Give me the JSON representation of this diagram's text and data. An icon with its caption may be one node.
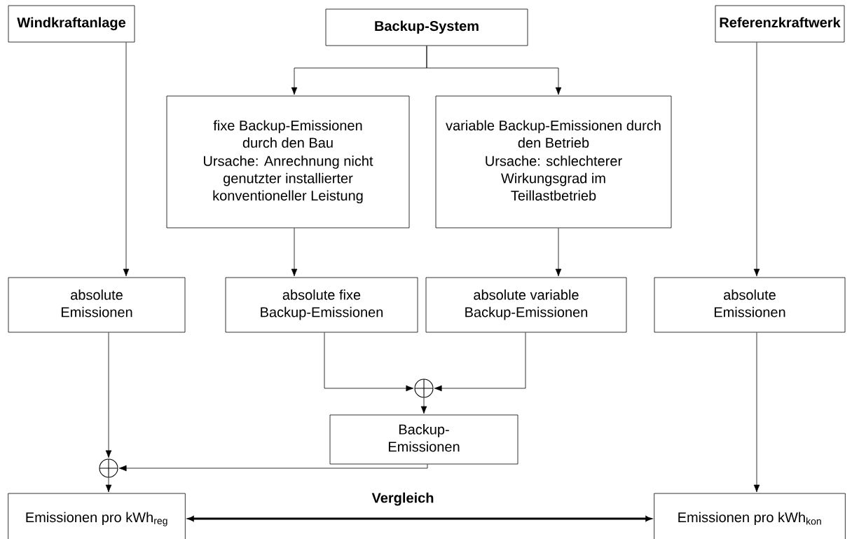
{
  "diagram": {
    "nodes": [
      {
        "text": [
          "Windkraftanlage"
        ]
      },
      {
        "text": [
          "Backup-System"
        ]
      },
      {
        "text": [
          "Referenzkraftwerk"
        ]
      },
      {
        "text": [
          "fixe Backup-Emissionen durch den Bau",
          "Ursache: Anrechnung nicht genutzter installierter konventioneller Leistung"
        ]
      },
      {
        "text": [
          "variable Backup-Emissionen durch den Betrieb",
          "Ursache: schlechterer Wirkungsgrad im Teillastbetrieb"
        ]
      },
      {
        "text": [
          "absolute Emissionen"
        ]
      },
      {
        "text": [
          "absolute fixe Backup-Emissionen"
        ]
      },
      {
        "text": [
          "absolute variable Backup-Emissionen"
        ]
      },
      {
        "text": [
          "absolute Emissionen"
        ]
      },
      {
        "text": [],
        "shape": "circle"
      },
      {
        "text": [
          "Backup-Emissionen"
        ]
      },
      {
        "text": [],
        "shape": "circle"
      },
      {
        "text": [
          "Emissionen pro kWh$_{reg}$"
        ]
      },
      {
        "text": [
          "Emissionen pro kWh$_{kon}$"
        ]
      }
    ],
    "edges": [
      {
        "from": 0,
        "to": 5,
        "arrow": "to"
      },
      {
        "from": 1,
        "to": 3,
        "arrow": "to"
      },
      {
        "from": 1,
        "to": 4,
        "arrow": "to"
      },
      {
        "from": 2,
        "to": 8,
        "arrow": "to"
      },
      {
        "from": 3,
        "to": 6,
        "arrow": "to"
      },
      {
        "from": 4,
        "to": 7,
        "arrow": "to"
      },
      {
        "from": 6,
        "to": 9,
        "arrow": "to"
      },
      {
        "from": 7,
        "to": 9,
        "arrow": "to"
      },
      {
        "from": 9,
        "to": 10,
        "arrow": "to"
      },
      {
        "from": 5,
        "to": 11,
        "arrow": "to"
      },
      {
        "from": 10,
        "to": 11,
        "arrow": "to"
      },
      {
        "from": 11,
        "to": 12,
        "arrow": "to"
      },
      {
        "from": 8,
        "to": 13,
        "arrow": "to"
      },
      {
        "from": 12,
        "to": 13,
        "arrow": "both",
        "label": "Vergleich",
        "style": "thick"
      }
    ]
  }
}
